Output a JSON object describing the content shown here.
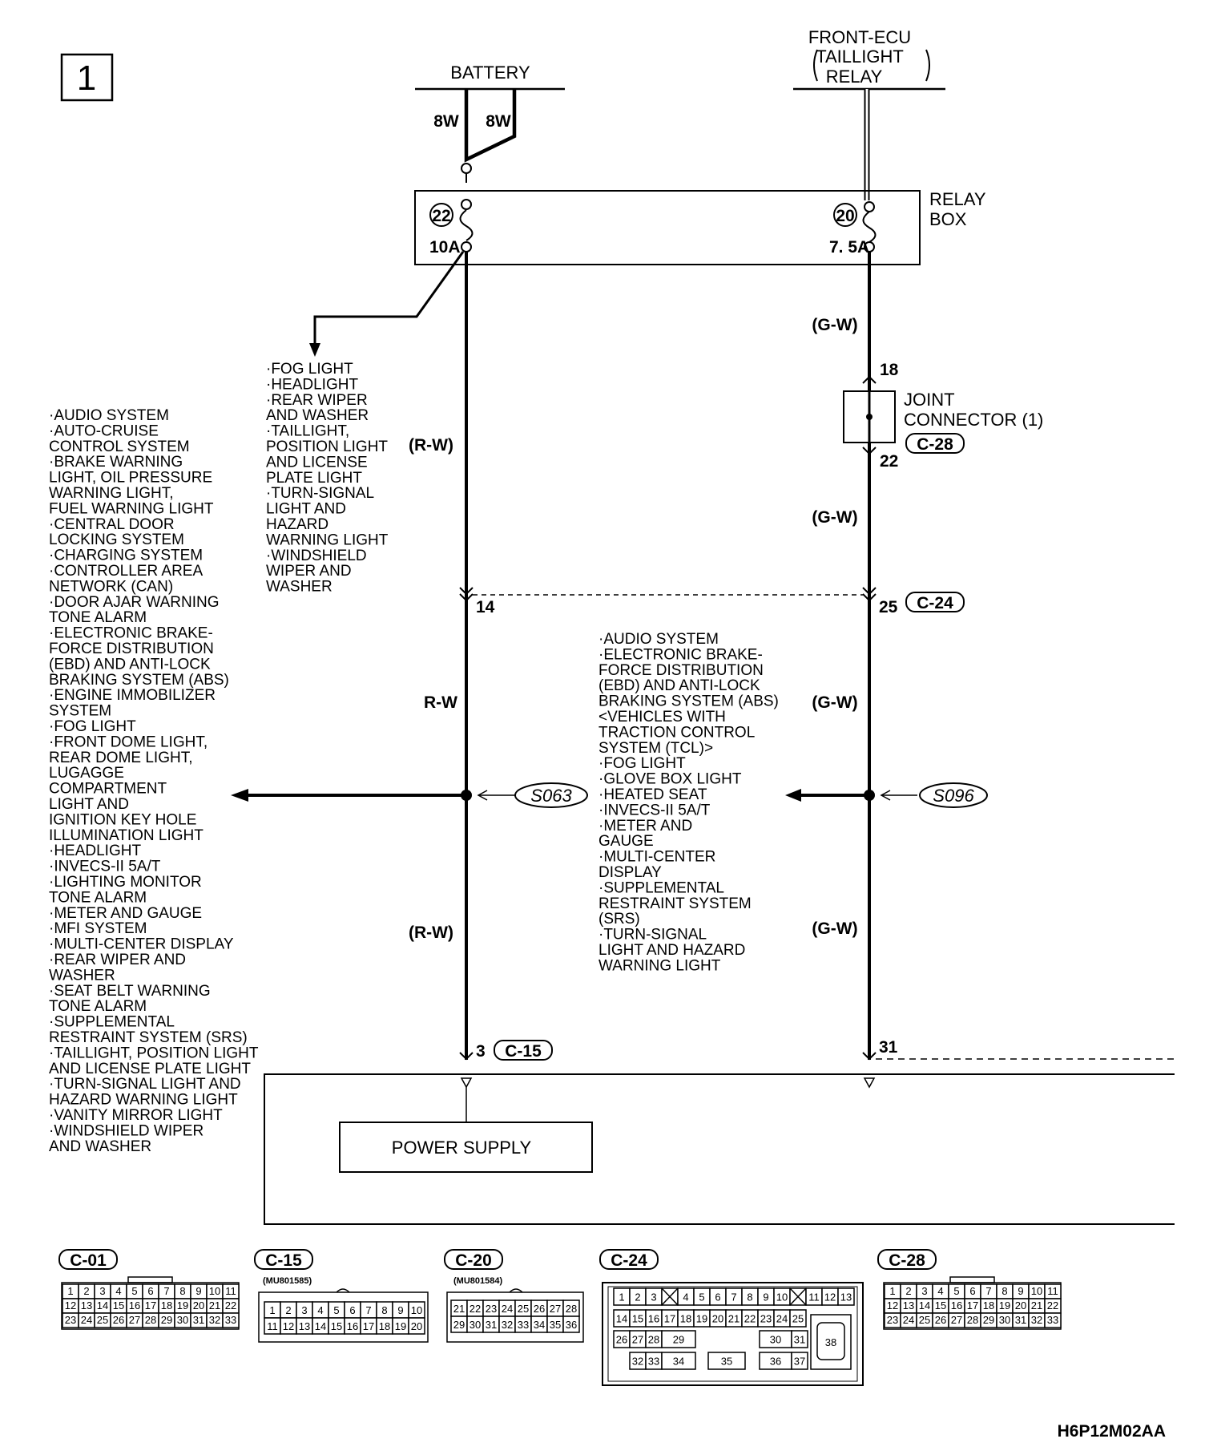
{
  "page_number": "1",
  "figure_id": "H6P12M02AA",
  "sources": {
    "battery": "BATTERY",
    "front_ecu": [
      "FRONT-ECU",
      "TAILLIGHT",
      "RELAY"
    ]
  },
  "battery_wires": [
    "8W",
    "8W"
  ],
  "relay_box": {
    "label": [
      "RELAY",
      "BOX"
    ],
    "fuse_left_no": "22",
    "fuse_left_rating": "10A",
    "fuse_right_no": "20",
    "fuse_right_rating": "7. 5A"
  },
  "wire_colors": {
    "gw": "(G-W)",
    "rw": "(R-W)",
    "rw_plain": "R-W"
  },
  "joint_connector": {
    "label": [
      "JOINT",
      "CONNECTOR (1)"
    ],
    "code": "C-28",
    "pin_in": "18",
    "pin_out": "22"
  },
  "pins": {
    "left_14": "14",
    "right_25": "25",
    "c24": "C-24",
    "left_3": "3",
    "c15": "C-15",
    "right_31": "31"
  },
  "splices": {
    "left": "S063",
    "right": "S096"
  },
  "power_supply": "POWER SUPPLY",
  "fuse_list_left": [
    "·FOG LIGHT",
    "·HEADLIGHT",
    "·REAR WIPER",
    " AND WASHER",
    "·TAILLIGHT,",
    " POSITION LIGHT",
    " AND LICENSE",
    " PLATE LIGHT",
    "·TURN-SIGNAL",
    " LIGHT AND",
    " HAZARD",
    " WARNING LIGHT",
    "·WINDSHIELD",
    " WIPER AND",
    " WASHER"
  ],
  "list_far_left": [
    "·AUDIO SYSTEM",
    "·AUTO-CRUISE",
    " CONTROL SYSTEM",
    "·BRAKE WARNING",
    " LIGHT, OIL PRESSURE",
    " WARNING LIGHT,",
    " FUEL WARNING LIGHT",
    "·CENTRAL DOOR",
    " LOCKING SYSTEM",
    "·CHARGING SYSTEM",
    "·CONTROLLER AREA",
    " NETWORK (CAN)",
    "·DOOR AJAR WARNING",
    " TONE ALARM",
    "·ELECTRONIC BRAKE-",
    " FORCE DISTRIBUTION",
    " (EBD) AND ANTI-LOCK",
    " BRAKING SYSTEM (ABS)",
    "·ENGINE IMMOBILIZER",
    " SYSTEM",
    "·FOG LIGHT",
    "·FRONT DOME LIGHT,",
    " REAR DOME LIGHT,",
    " LUGAGGE",
    " COMPARTMENT",
    " LIGHT AND",
    " IGNITION KEY HOLE",
    " ILLUMINATION LIGHT",
    "·HEADLIGHT",
    "·INVECS-II 5A/T",
    "·LIGHTING MONITOR",
    " TONE ALARM",
    "·METER AND GAUGE",
    "·MFI SYSTEM",
    "·MULTI-CENTER DISPLAY",
    "·REAR WIPER AND",
    " WASHER",
    "·SEAT BELT WARNING",
    " TONE ALARM",
    "·SUPPLEMENTAL",
    " RESTRAINT SYSTEM (SRS)",
    "·TAILLIGHT, POSITION LIGHT",
    " AND LICENSE PLATE LIGHT",
    "·TURN-SIGNAL LIGHT AND",
    " HAZARD WARNING LIGHT",
    "·VANITY MIRROR LIGHT",
    "·WINDSHIELD WIPER",
    " AND WASHER"
  ],
  "list_middle": [
    "·AUDIO SYSTEM",
    "·ELECTRONIC BRAKE-",
    " FORCE DISTRIBUTION",
    " (EBD) AND ANTI-LOCK",
    " BRAKING SYSTEM (ABS)",
    " <VEHICLES WITH",
    " TRACTION CONTROL",
    " SYSTEM (TCL)>",
    "·FOG LIGHT",
    "·GLOVE BOX LIGHT",
    "·HEATED SEAT",
    "·INVECS-II 5A/T",
    "·METER AND",
    " GAUGE",
    "·MULTI-CENTER",
    " DISPLAY",
    "·SUPPLEMENTAL",
    " RESTRAINT SYSTEM",
    " (SRS)",
    "·TURN-SIGNAL",
    " LIGHT AND HAZARD",
    " WARNING LIGHT"
  ],
  "connectors": {
    "c01": {
      "code": "C-01",
      "part": ""
    },
    "c15": {
      "code": "C-15",
      "part": "(MU801585)"
    },
    "c20": {
      "code": "C-20",
      "part": "(MU801584)"
    },
    "c24": {
      "code": "C-24",
      "part": ""
    },
    "c28": {
      "code": "C-28",
      "part": ""
    }
  },
  "pinouts": {
    "c01_rows": [
      [
        "1",
        "2",
        "3",
        "4",
        "5",
        "6",
        "7",
        "8",
        "9",
        "10",
        "11"
      ],
      [
        "12",
        "13",
        "14",
        "15",
        "16",
        "17",
        "18",
        "19",
        "20",
        "21",
        "22"
      ],
      [
        "23",
        "24",
        "25",
        "26",
        "27",
        "28",
        "29",
        "30",
        "31",
        "32",
        "33"
      ]
    ],
    "c15_rows": [
      [
        "1",
        "2",
        "3",
        "4",
        "5",
        "6",
        "7",
        "8",
        "9",
        "10"
      ],
      [
        "11",
        "12",
        "13",
        "14",
        "15",
        "16",
        "17",
        "18",
        "19",
        "20"
      ]
    ],
    "c20_rows": [
      [
        "21",
        "22",
        "23",
        "24",
        "25",
        "26",
        "27",
        "28"
      ],
      [
        "29",
        "30",
        "31",
        "32",
        "33",
        "34",
        "35",
        "36"
      ]
    ],
    "c28_rows": [
      [
        "1",
        "2",
        "3",
        "4",
        "5",
        "6",
        "7",
        "8",
        "9",
        "10",
        "11"
      ],
      [
        "12",
        "13",
        "14",
        "15",
        "16",
        "17",
        "18",
        "19",
        "20",
        "21",
        "22"
      ],
      [
        "23",
        "24",
        "25",
        "26",
        "27",
        "28",
        "29",
        "30",
        "31",
        "32",
        "33"
      ]
    ],
    "c24_labels": [
      "1",
      "2",
      "3",
      "4",
      "5",
      "6",
      "7",
      "8",
      "9",
      "10",
      "11",
      "12",
      "13",
      "14",
      "15",
      "16",
      "17",
      "18",
      "19",
      "20",
      "21",
      "22",
      "23",
      "24",
      "25",
      "26",
      "27",
      "28",
      "29",
      "30",
      "31",
      "32",
      "33",
      "34",
      "35",
      "36",
      "37",
      "38"
    ]
  }
}
